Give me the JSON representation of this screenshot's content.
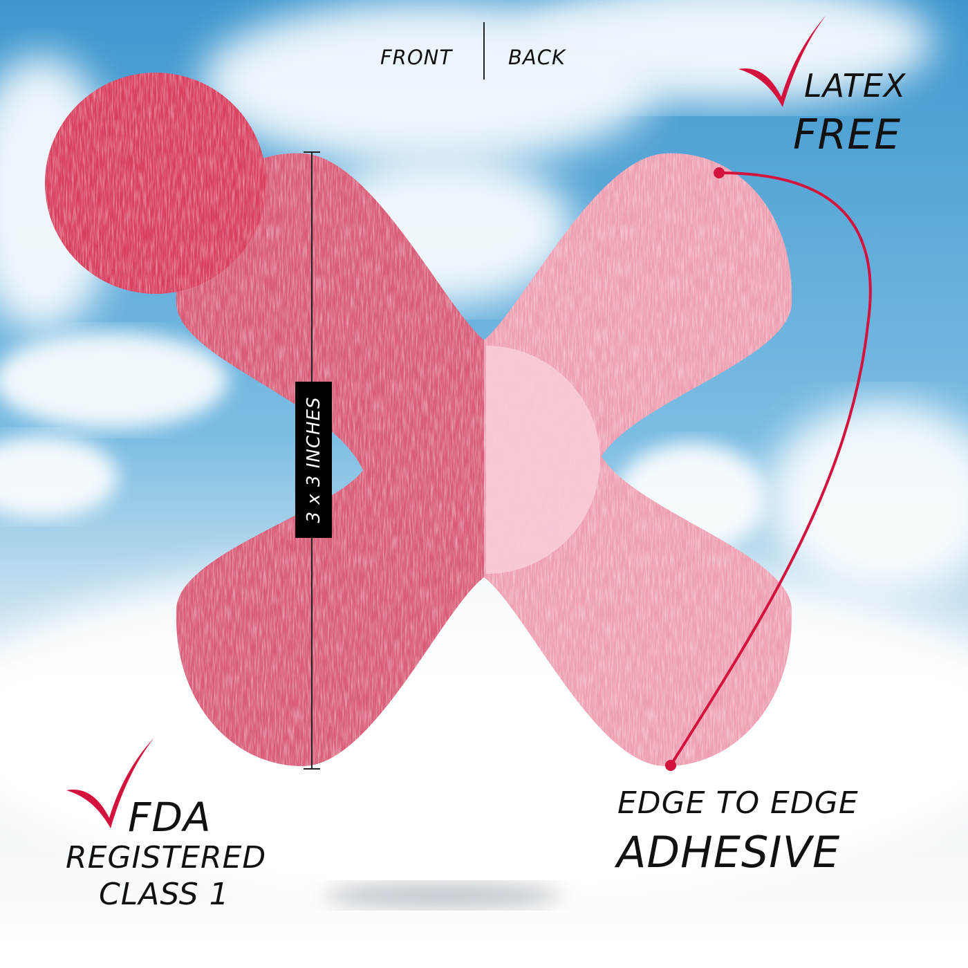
{
  "labels": {
    "front": "FRONT",
    "back": "BACK",
    "latex": "LATEX",
    "free": "FREE",
    "fda": "FDA",
    "registered": "REGISTERED",
    "class": "CLASS 1",
    "edge_to_edge": "EDGE TO EDGE",
    "adhesive": "ADHESIVE",
    "size": "3 x 3 INCHES"
  },
  "colors": {
    "accent": "#d4123e",
    "front_pink": "#d95d78",
    "back_pink": "#eea0b2",
    "tab": "#f7cdd7"
  },
  "icons": [
    "checkmark-icon",
    "checkmark-icon"
  ]
}
